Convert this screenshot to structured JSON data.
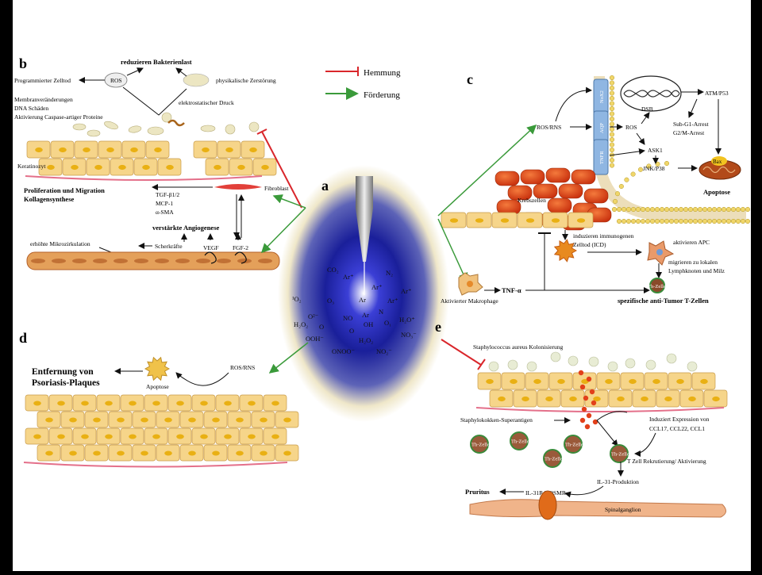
{
  "panel_letters": {
    "a": "a",
    "b": "b",
    "c": "c",
    "d": "d",
    "e": "e"
  },
  "legend": {
    "inhibition": "Hemmung",
    "promotion": "Förderung"
  },
  "colors": {
    "inhibition": "#d9262b",
    "promotion": "#3a9a3a",
    "cell_fill": "#f6d58a",
    "nucleus": "#e9b013",
    "vessel": "#e08a3c",
    "cancer": "#e24a1a"
  },
  "panel_b": {
    "title": "reduzieren Bakterienlast",
    "programmed_death": "Programmierter Zelltod",
    "ros": "ROS",
    "physical_destruction": "physikalische Zerstörung",
    "membrane_changes": "Membranveränderungen",
    "dna_damage": "DNA Schäden",
    "caspase": "Aktivierung Caspase-artiger Proteine",
    "electrostatic": "elektrostatischer Druck",
    "keratinocyte": "Keratinozyt",
    "proliferation": "Proliferation und Migration",
    "collagen": "Kollagensynthese",
    "tgf": "TGF-β1/2",
    "mcp": "MCP-1",
    "sma": "α-SMA",
    "fibroblast": "Fibroblast",
    "angiogenesis": "verstärkte Angiogenese",
    "microcirculation": "erhöhte Mikrozirkulation",
    "shear": "Scherkräfte",
    "vegf": "VEGF",
    "fgf": "FGF-2"
  },
  "panel_a_species": [
    "CO₂",
    "Ar⁺",
    "N₂",
    "Ar⁺",
    "Ar⁺",
    "¹O₂",
    "O₃",
    "Ar",
    "Ar⁺",
    "N",
    "H₂O⁺",
    "O²⁻",
    "NO",
    "Ar",
    "O",
    "OH",
    "O₁",
    "H₂O₂",
    "O",
    "NO₃⁻",
    "OOH⁻",
    "H₂O₂",
    "ONOO⁻",
    "NO₂⁻"
  ],
  "panel_c": {
    "ros_rns": "ROS/RNS",
    "nox2": "NoX2",
    "aqp": "AQP",
    "tnfr": "TNFR",
    "ros": "ROS",
    "dsb": "DSB",
    "atm": "ATM/P53",
    "sub_g1": "Sub-G1-Arrest",
    "g2m": "G2/M-Arrest",
    "ask1": "ASK1",
    "jnk": "JNK/P38",
    "bax": "Bax",
    "apoptosis": "Apoptose",
    "cancer_cells": "Krebszellen",
    "icd_line1": "induzieren immunogenen",
    "icd_line2": "Zelltod (ICD)",
    "apc_activate": "aktivieren APC",
    "migrate_line1": "migrieren zu lokalen",
    "migrate_line2": "Lymphknoten und Milz",
    "th_cell": "Th-Zelle",
    "antitumor": "spezifische anti-Tumor T-Zellen",
    "tnf": "TNF-α",
    "macrophage": "Aktivierter Makrophage"
  },
  "panel_d": {
    "ros_rns": "ROS/RNS",
    "removal_line1": "Entfernung von",
    "removal_line2": "Psoriasis-Plaques",
    "apoptosis": "Apoptose"
  },
  "panel_e": {
    "colonization": "Staphylococcus aureus Kolonisierung",
    "superantigens": "Staphylokokken-Superantigen",
    "induces_line1": "Induziert Expression von",
    "induces_line2": "CCL17, CCL22, CCL1",
    "th_cell": "Th-Zelle",
    "recruitment": "T Zell Rekrutierung/ Aktivierung",
    "il31": "IL-31-Produktion",
    "pruritus": "Pruritus",
    "receptor": "IL-31RA/OSMR",
    "ganglion": "Spinalganglion"
  }
}
